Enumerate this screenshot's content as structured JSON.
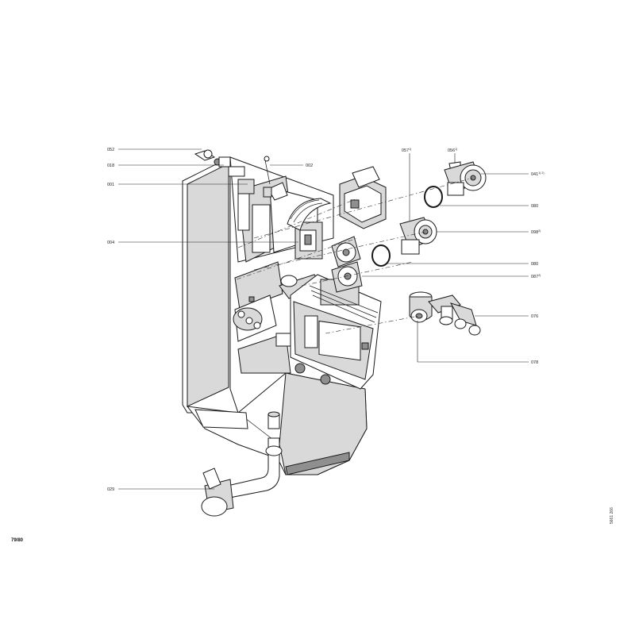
{
  "labels": {
    "c052": "052",
    "c018": "018",
    "c001": "001",
    "c004": "004",
    "c029": "029",
    "c002": "002",
    "c057": "057",
    "c057_sup": "1)",
    "c056": "056",
    "c056_sup": "1)",
    "c041": "041",
    "c041_sup": "1) 2)",
    "c080a": "080",
    "c098": "098",
    "c098_sup": "2)",
    "c080b": "080",
    "c087": "087",
    "c087_sup": "2)",
    "c076": "076",
    "c078": "078"
  },
  "page_number": "79/80",
  "document_number": "5661 266"
}
